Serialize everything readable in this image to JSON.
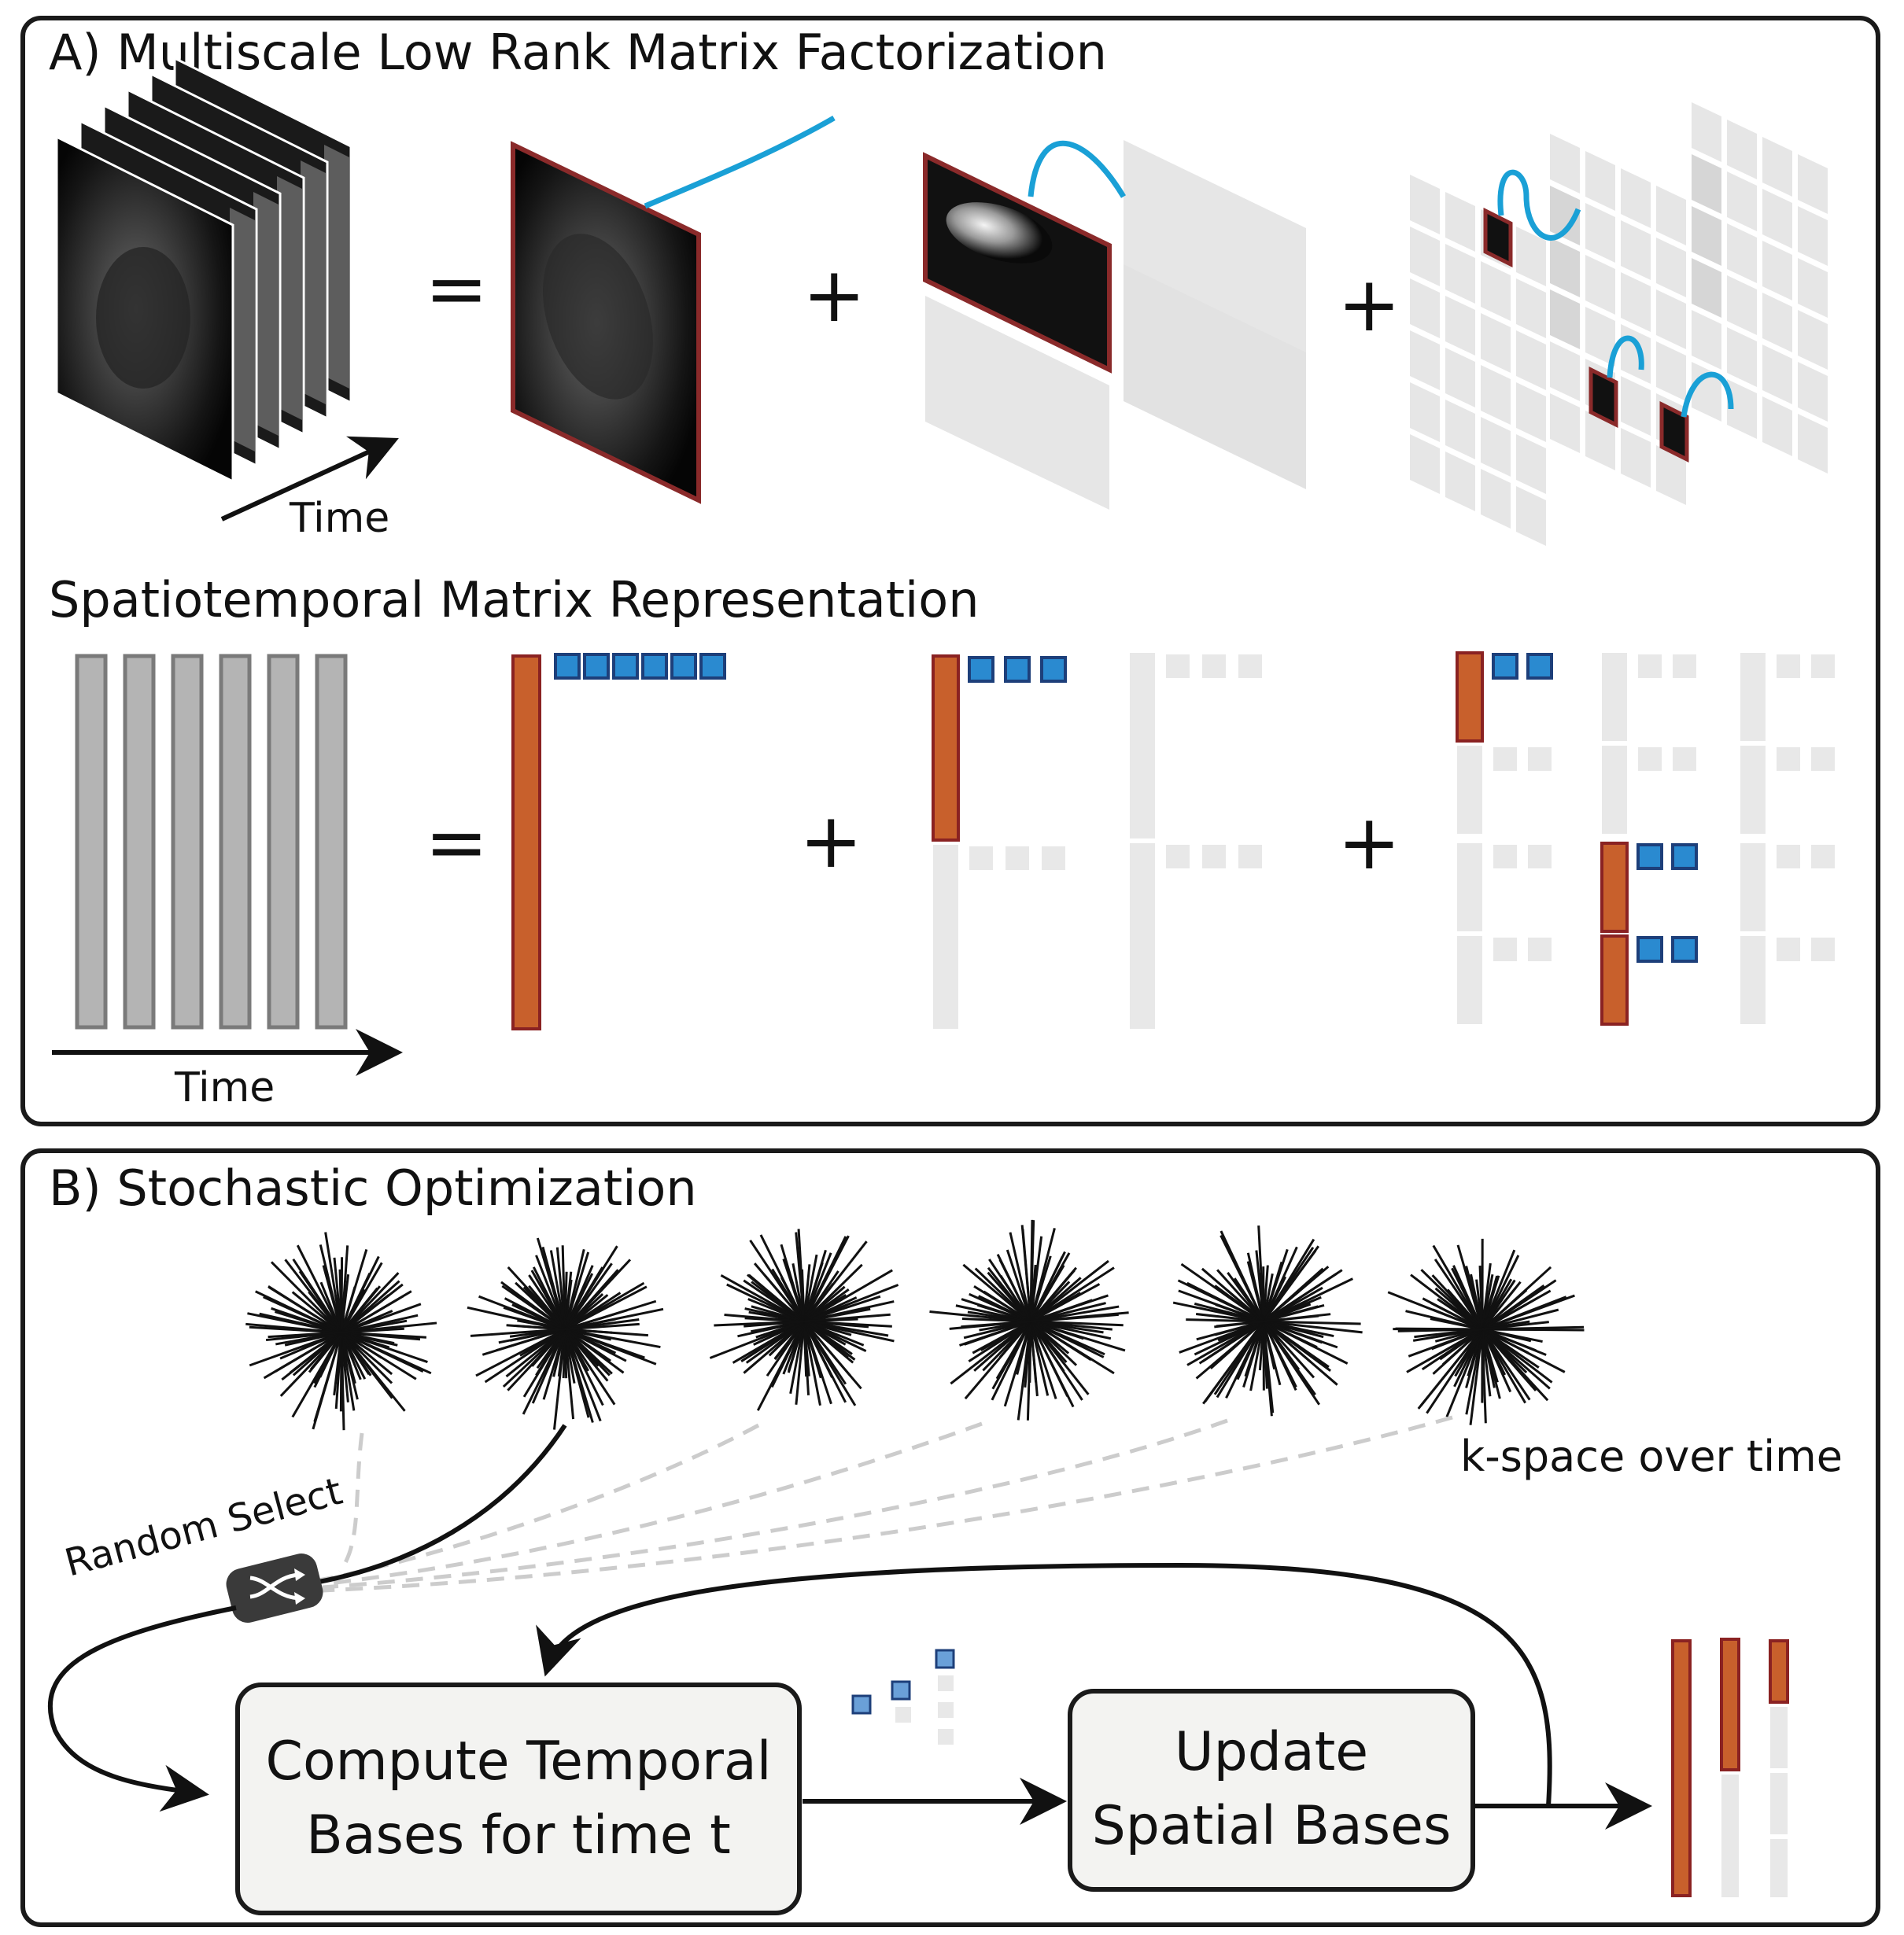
{
  "panel_a": {
    "title": "A) Multiscale Low Rank Matrix Factorization",
    "subtitle": "Spatiotemporal Matrix Representation",
    "time_label_top": "Time",
    "time_label_bottom": "Time",
    "equals": "=",
    "plus": "+"
  },
  "panel_b": {
    "title": "B) Stochastic Optimization",
    "random_select": "Random Select",
    "kspace_label": "k-space over time",
    "compute_box": [
      "Compute Temporal",
      "Bases for time t"
    ],
    "update_box": [
      "Update",
      "Spatial Bases"
    ]
  },
  "colors": {
    "spatial": "#c8602c",
    "spatial_border": "#8a2222",
    "temporal": "#2a8ad0",
    "temporal_border": "#1d3f7a",
    "inactive": "#e8e8e8",
    "curve": "#1aa0d6",
    "frame_gray": "#b4b4b4"
  },
  "icons": [
    "shuffle-icon"
  ]
}
